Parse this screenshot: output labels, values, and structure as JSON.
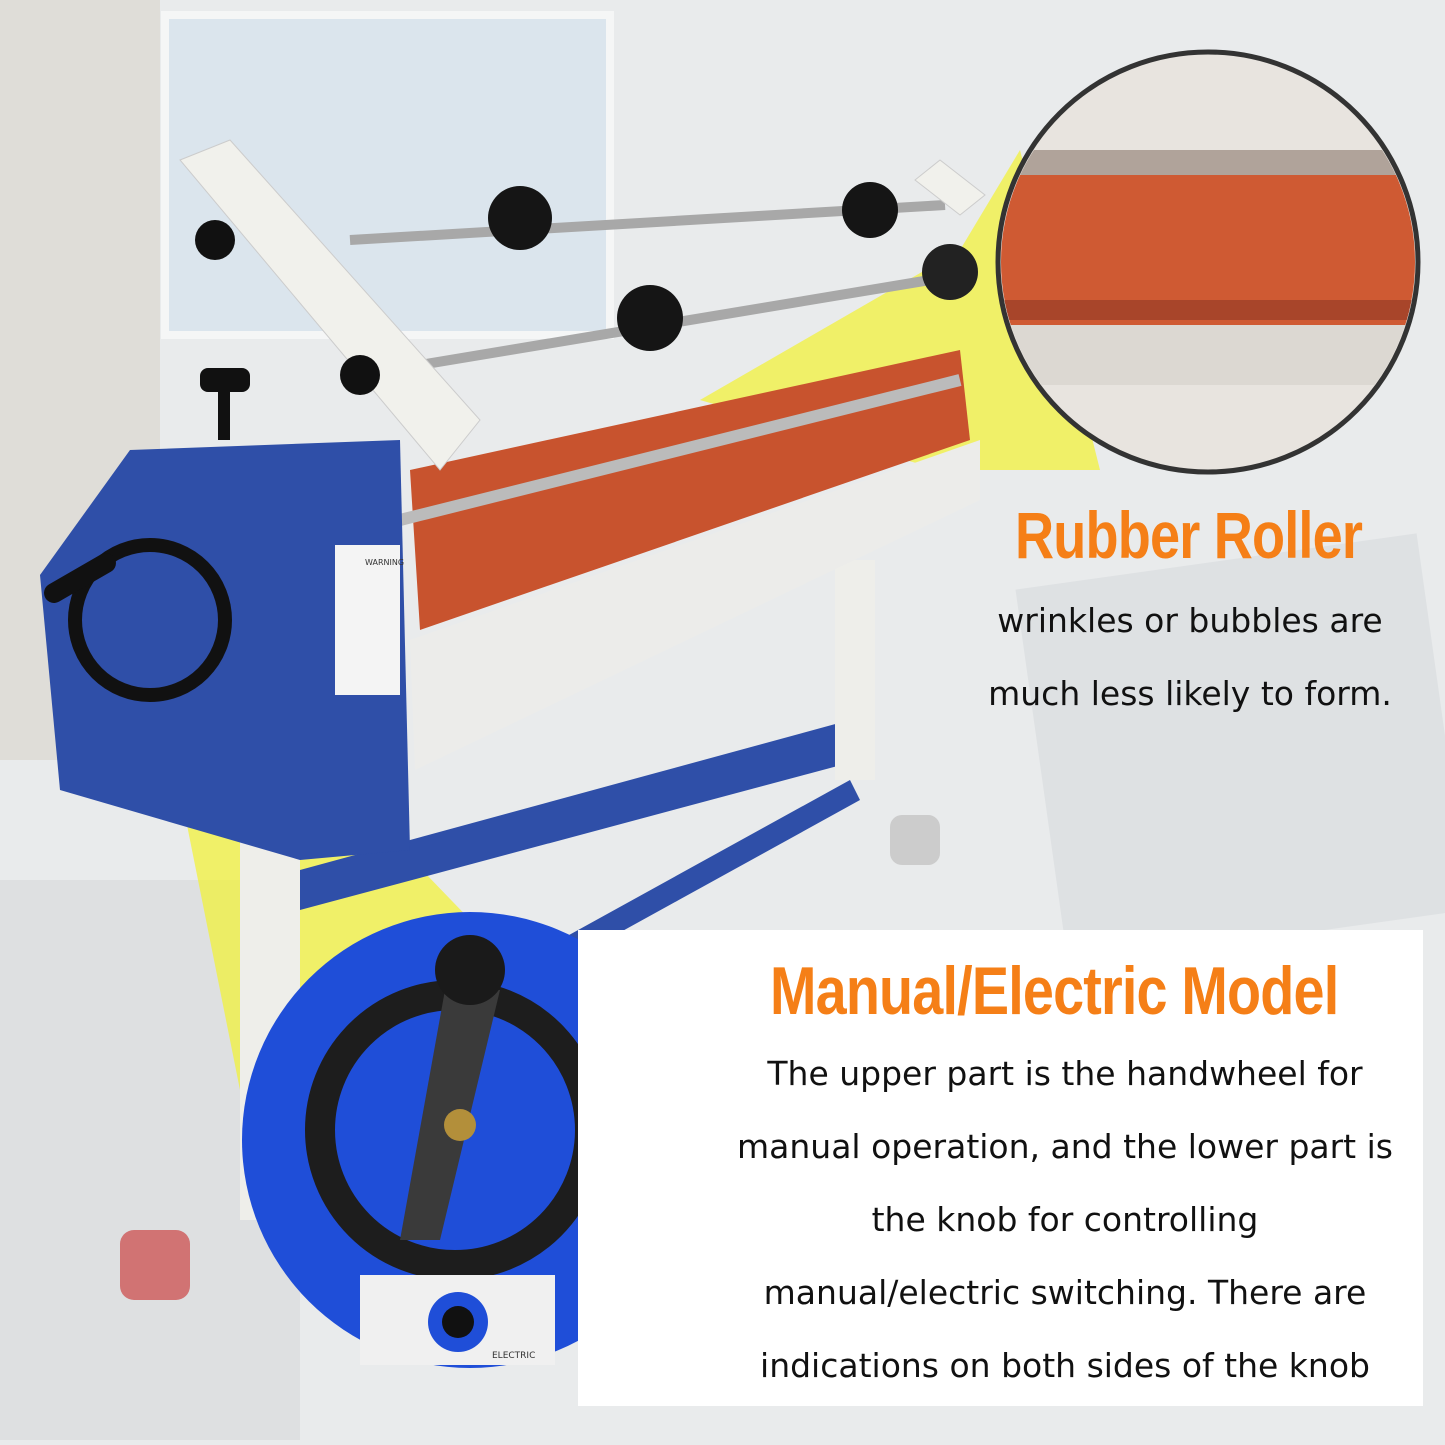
{
  "colors": {
    "accent_orange": "#f57f17",
    "machine_blue": "#2f4fa8",
    "roller_orange": "#c8532e",
    "highlight_yellow": "#f2f230"
  },
  "machine_labels": {
    "warning": "WARNING",
    "electric": "ELECTRIC"
  },
  "rubber_roller": {
    "title": "Rubber Roller",
    "lines": [
      "wrinkles or bubbles are",
      "much less likely to form."
    ]
  },
  "manual_electric": {
    "title": "Manual/Electric Model",
    "lines": [
      "The upper part is the handwheel for",
      "manual operation, and the lower part is",
      "the knob for controlling",
      "manual/electric switching. There are",
      "indications on both sides of the knob"
    ]
  }
}
